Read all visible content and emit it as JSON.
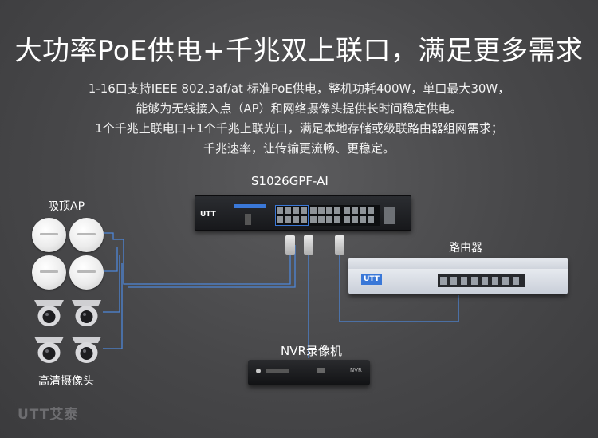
{
  "headline": "大功率PoE供电+千兆双上联口，满足更多需求",
  "description_lines": [
    "1-16口支持IEEE 802.3af/at 标准PoE供电，整机功耗400W，单口最大30W，",
    "能够为无线接入点（AP）和网络摄像头提供长时间稳定供电。",
    "1个千兆上联电口+1个千兆上联光口，满足本地存储或级联路由器组网需求；",
    "千兆速率，让传输更流畅、更稳定。"
  ],
  "devices": {
    "switch": {
      "model": "S1026GPF-AI",
      "brand": "UTT"
    },
    "router": {
      "label": "路由器",
      "brand": "UTT"
    },
    "nvr": {
      "label": "NVR录像机",
      "face_text": "NVR"
    },
    "ap_group": {
      "label": "吸顶AP"
    },
    "camera_group": {
      "label": "高清摄像头"
    }
  },
  "watermark": "UTT艾泰",
  "colors": {
    "background": "#4a4a4c",
    "link": "#4d86d8",
    "text": "#ffffff",
    "port_highlight": "#3a78d8"
  }
}
